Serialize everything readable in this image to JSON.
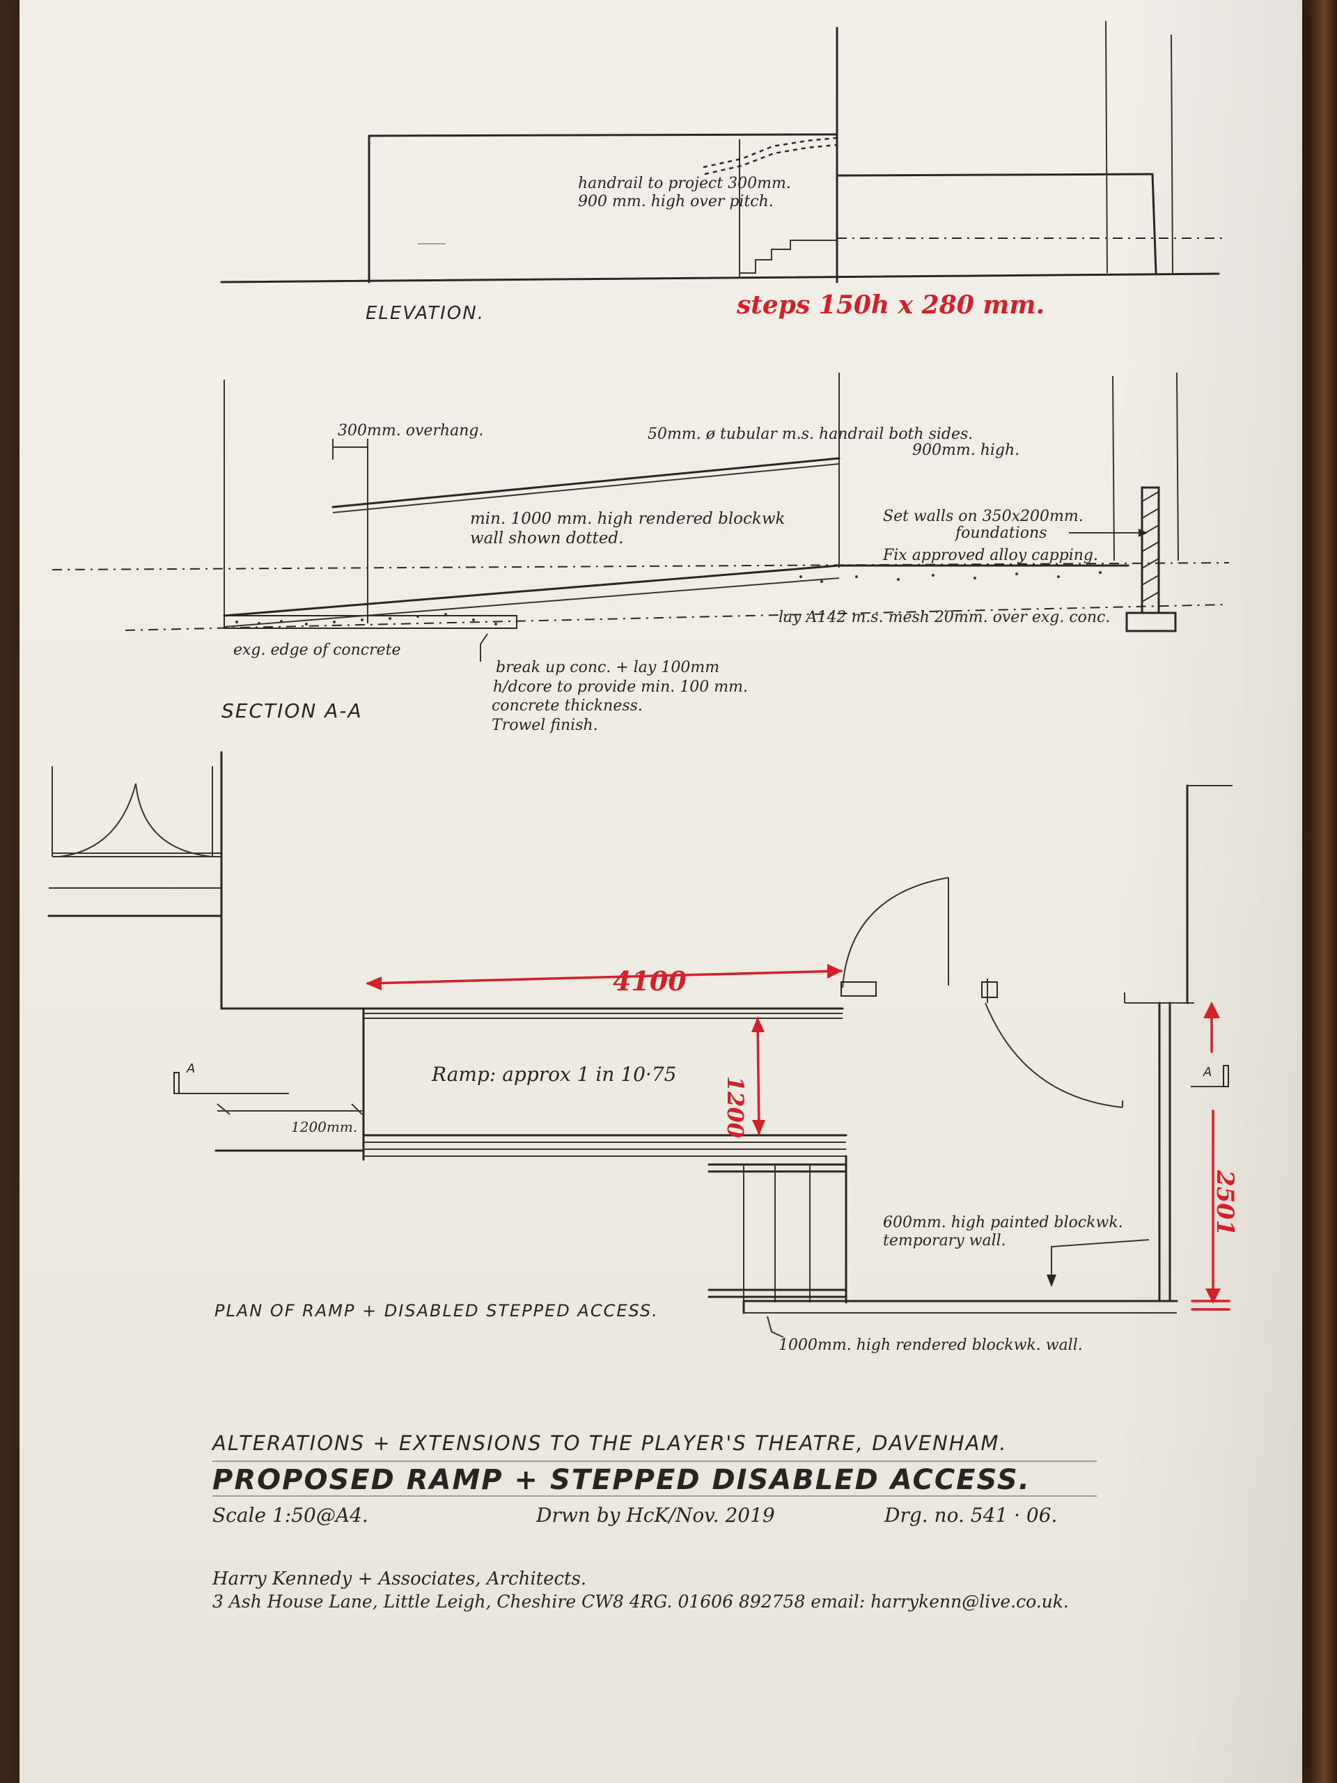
{
  "elevation": {
    "title": "ELEVATION.",
    "note_handrail_1": "handrail to project 300mm.",
    "note_handrail_2": "900 mm. high over pitch.",
    "steps_note": "steps 150h x 280 mm."
  },
  "section": {
    "title": "SECTION A-A",
    "overhang": "300mm. overhang.",
    "handrail_1": "50mm. ø tubular m.s. handrail both sides.",
    "handrail_2": "900mm. high.",
    "wall_1": "min. 1000 mm. high rendered blockwk",
    "wall_2": "wall shown dotted.",
    "found_1": "Set walls on 350x200mm.",
    "found_2": "foundations",
    "coping": "Fix approved alloy capping.",
    "mesh": "lay A142 m.s. mesh 20mm. over exg. conc.",
    "edge": "exg. edge of concrete",
    "breakup_1": "break up conc. + lay 100mm",
    "breakup_2": "h/dcore to provide min. 100 mm.",
    "breakup_3": "concrete thickness.",
    "breakup_4": "Trowel finish."
  },
  "plan": {
    "title": "PLAN OF RAMP + DISABLED STEPPED ACCESS.",
    "dim_length": "4100",
    "dim_width": "1200",
    "dim_right": "2501",
    "dim_landing": "1200mm.",
    "ramp_label": "Ramp: approx 1 in 10·75",
    "wall_note_1": "600mm. high painted blockwk.",
    "wall_note_2": "temporary wall.",
    "bottom_note": "1000mm. high rendered blockwk. wall.",
    "section_marker_left": "A",
    "section_marker_right": "A"
  },
  "title_block": {
    "line1": "ALTERATIONS + EXTENSIONS TO THE PLAYER'S THEATRE, DAVENHAM.",
    "line2": "PROPOSED RAMP + STEPPED DISABLED ACCESS.",
    "scale": "Scale 1:50@A4.",
    "drawn": "Drwn by HcK/Nov. 2019",
    "drg_no": "Drg. no. 541 · 06.",
    "architect": "Harry Kennedy + Associates, Architects.",
    "address": "3 Ash House Lane, Little Leigh, Cheshire CW8 4RG. 01606 892758 email: harrykenn@live.co.uk."
  },
  "colors": {
    "ink": "#2b2622",
    "red_ink": "#d4202a",
    "paper": "#efece4"
  }
}
